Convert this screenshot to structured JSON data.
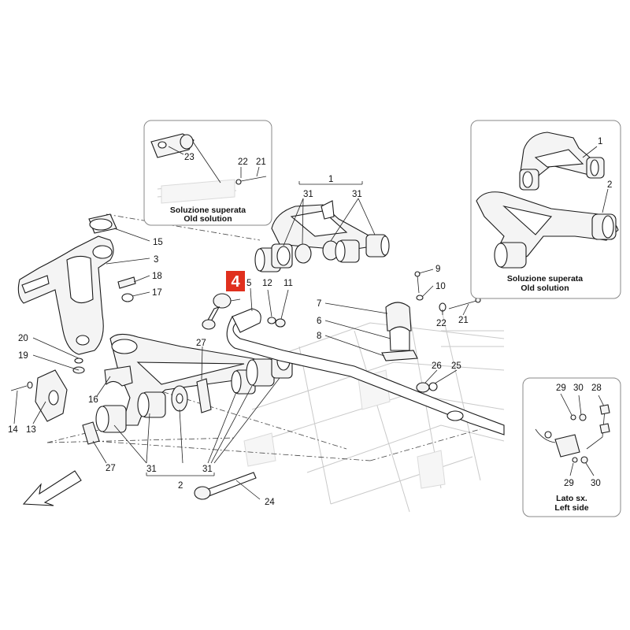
{
  "highlight": {
    "label": "4",
    "color": "#e0301e"
  },
  "callouts": {
    "c1": "1",
    "c2": "2",
    "c3": "3",
    "c5": "5",
    "c6": "6",
    "c7": "7",
    "c8": "8",
    "c9": "9",
    "c10": "10",
    "c11": "11",
    "c12": "12",
    "c13": "13",
    "c14": "14",
    "c15": "15",
    "c16": "16",
    "c17": "17",
    "c18": "18",
    "c19": "19",
    "c20": "20",
    "c21": "21",
    "c22": "22",
    "c24": "24",
    "c25": "25",
    "c26": "26",
    "c27": "27",
    "c31": "31"
  },
  "inset_old_top": {
    "line1": "Soluzione superata",
    "line2": "Old solution",
    "labels": {
      "a": "23",
      "b": "22",
      "c": "21"
    }
  },
  "inset_old_right": {
    "line1": "Soluzione superata",
    "line2": "Old solution",
    "labels": {
      "a": "1",
      "b": "2"
    }
  },
  "inset_left_side": {
    "line1": "Lato sx.",
    "line2": "Left side",
    "labels": {
      "a": "29",
      "b": "30",
      "c": "28",
      "d": "29",
      "e": "30"
    }
  }
}
